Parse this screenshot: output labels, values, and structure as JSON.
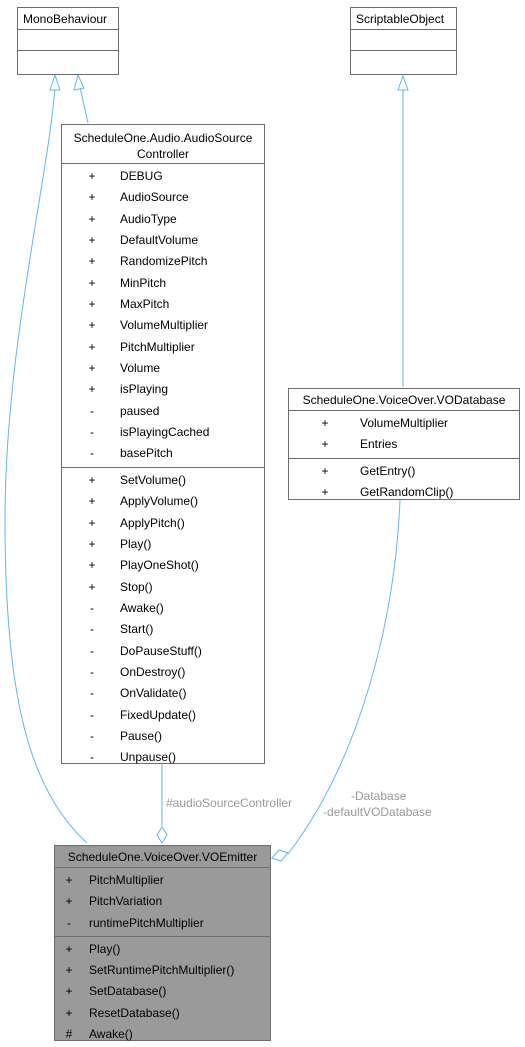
{
  "classes": {
    "mono": {
      "title": "MonoBehaviour"
    },
    "scriptable": {
      "title": "ScriptableObject"
    },
    "audio_source_controller": {
      "title_line1": "ScheduleOne.Audio.AudioSource",
      "title_line2": "Controller",
      "attributes": [
        {
          "vis": "+",
          "name": "DEBUG"
        },
        {
          "vis": "+",
          "name": "AudioSource"
        },
        {
          "vis": "+",
          "name": "AudioType"
        },
        {
          "vis": "+",
          "name": "DefaultVolume"
        },
        {
          "vis": "+",
          "name": "RandomizePitch"
        },
        {
          "vis": "+",
          "name": "MinPitch"
        },
        {
          "vis": "+",
          "name": "MaxPitch"
        },
        {
          "vis": "+",
          "name": "VolumeMultiplier"
        },
        {
          "vis": "+",
          "name": "PitchMultiplier"
        },
        {
          "vis": "+",
          "name": "Volume"
        },
        {
          "vis": "+",
          "name": "isPlaying"
        },
        {
          "vis": "-",
          "name": "paused"
        },
        {
          "vis": "-",
          "name": "isPlayingCached"
        },
        {
          "vis": "-",
          "name": "basePitch"
        }
      ],
      "methods": [
        {
          "vis": "+",
          "name": "SetVolume()"
        },
        {
          "vis": "+",
          "name": "ApplyVolume()"
        },
        {
          "vis": "+",
          "name": "ApplyPitch()"
        },
        {
          "vis": "+",
          "name": "Play()"
        },
        {
          "vis": "+",
          "name": "PlayOneShot()"
        },
        {
          "vis": "+",
          "name": "Stop()"
        },
        {
          "vis": "-",
          "name": "Awake()"
        },
        {
          "vis": "-",
          "name": "Start()"
        },
        {
          "vis": "-",
          "name": "DoPauseStuff()"
        },
        {
          "vis": "-",
          "name": "OnDestroy()"
        },
        {
          "vis": "-",
          "name": "OnValidate()"
        },
        {
          "vis": "-",
          "name": "FixedUpdate()"
        },
        {
          "vis": "-",
          "name": "Pause()"
        },
        {
          "vis": "-",
          "name": "Unpause()"
        }
      ]
    },
    "vo_database": {
      "title": "ScheduleOne.VoiceOver.VODatabase",
      "attributes": [
        {
          "vis": "+",
          "name": "VolumeMultiplier"
        },
        {
          "vis": "+",
          "name": "Entries"
        }
      ],
      "methods": [
        {
          "vis": "+",
          "name": "GetEntry()"
        },
        {
          "vis": "+",
          "name": "GetRandomClip()"
        }
      ]
    },
    "vo_emitter": {
      "title": "ScheduleOne.VoiceOver.VOEmitter",
      "attributes": [
        {
          "vis": "+",
          "name": "PitchMultiplier"
        },
        {
          "vis": "+",
          "name": "PitchVariation"
        },
        {
          "vis": "-",
          "name": "runtimePitchMultiplier"
        }
      ],
      "methods": [
        {
          "vis": "+",
          "name": "Play()"
        },
        {
          "vis": "+",
          "name": "SetRuntimePitchMultiplier()"
        },
        {
          "vis": "+",
          "name": "SetDatabase()"
        },
        {
          "vis": "+",
          "name": "ResetDatabase()"
        },
        {
          "vis": "#",
          "name": "Awake()"
        }
      ]
    }
  },
  "edges": {
    "audio_label": "#audioSourceController",
    "db_label_1": "-Database",
    "db_label_2": "-defaultVODatabase"
  },
  "colors": {
    "edge": "#63b8e8",
    "box_border": "#6d6d6d",
    "highlight_fill": "#9a9a9a",
    "edge_label": "#9a9a9a"
  }
}
